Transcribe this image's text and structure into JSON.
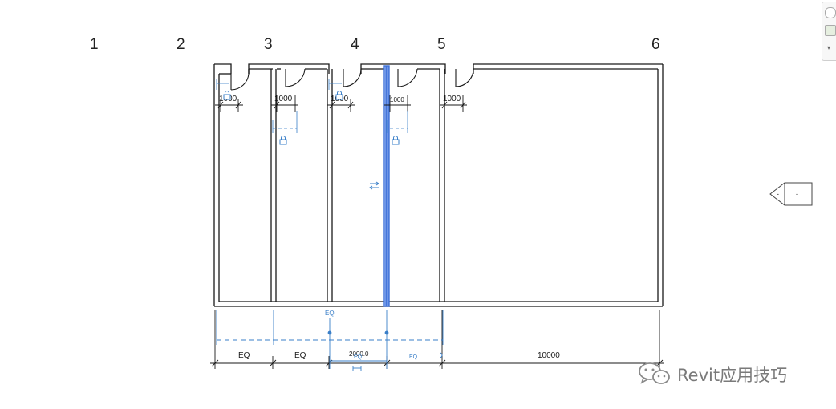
{
  "grid_labels": [
    "1",
    "2",
    "3",
    "4",
    "5",
    "6"
  ],
  "upper_dims": {
    "door_1": "1000",
    "door_2": "1000",
    "door_3": "1000",
    "door_4": "1000",
    "door_5": "1000"
  },
  "lower_dims": {
    "eq_1": "EQ",
    "eq_2": "EQ",
    "eq_3": "EQ",
    "eq_4": "EQ",
    "eq_top": "EQ",
    "temp_dim": "2000.0",
    "total": "10000"
  },
  "watermark": "Revit应用技巧",
  "elevation_marker": {
    "left": "-",
    "right": "-"
  },
  "colors": {
    "wall": "#1a1a1a",
    "selection": "#3b6fd8",
    "dimension_temp": "#3a7fc8"
  },
  "icons": [
    "lock-icon",
    "flip-arrows-icon",
    "wechat-icon",
    "elevation-marker-icon"
  ]
}
